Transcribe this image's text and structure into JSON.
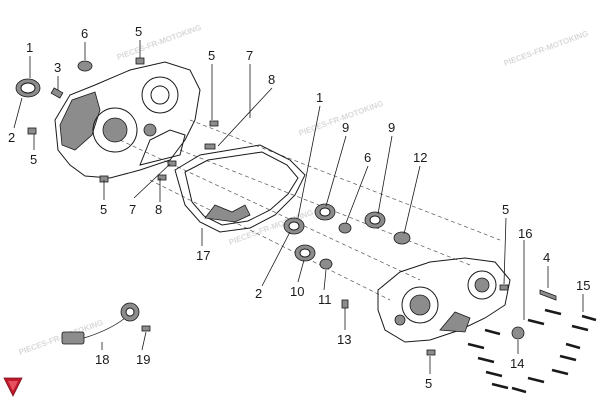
{
  "diagram": {
    "watermark": "PIECES-FR-MOTOKING",
    "callouts": [
      "1",
      "2",
      "3",
      "4",
      "5",
      "6",
      "7",
      "8",
      "9",
      "10",
      "11",
      "12",
      "13",
      "14",
      "15",
      "16",
      "17",
      "18",
      "19"
    ]
  },
  "colors": {
    "line": "#1a1a1a",
    "fill": "#8c8c8c",
    "watermark": "#d9d9d9",
    "logo": "#c0192c"
  },
  "icons": {
    "brand_logo": "brand-logo-icon"
  }
}
